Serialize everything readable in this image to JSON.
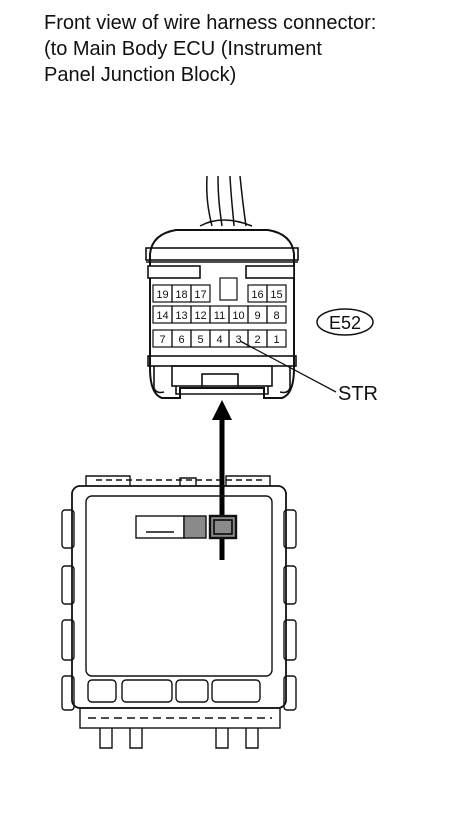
{
  "caption": {
    "line1": "Front view of wire harness connector:",
    "line2": "(to Main Body ECU (Instrument",
    "line3": "Panel Junction Block)"
  },
  "connector": {
    "code": "E52",
    "pins_row1": [
      "19",
      "18",
      "17",
      "",
      "16",
      "15"
    ],
    "pins_row2": [
      "14",
      "13",
      "12",
      "11",
      "10",
      "9",
      "8"
    ],
    "pins_row3": [
      "7",
      "6",
      "5",
      "4",
      "3",
      "2",
      "1"
    ],
    "callout_label": "STR"
  }
}
